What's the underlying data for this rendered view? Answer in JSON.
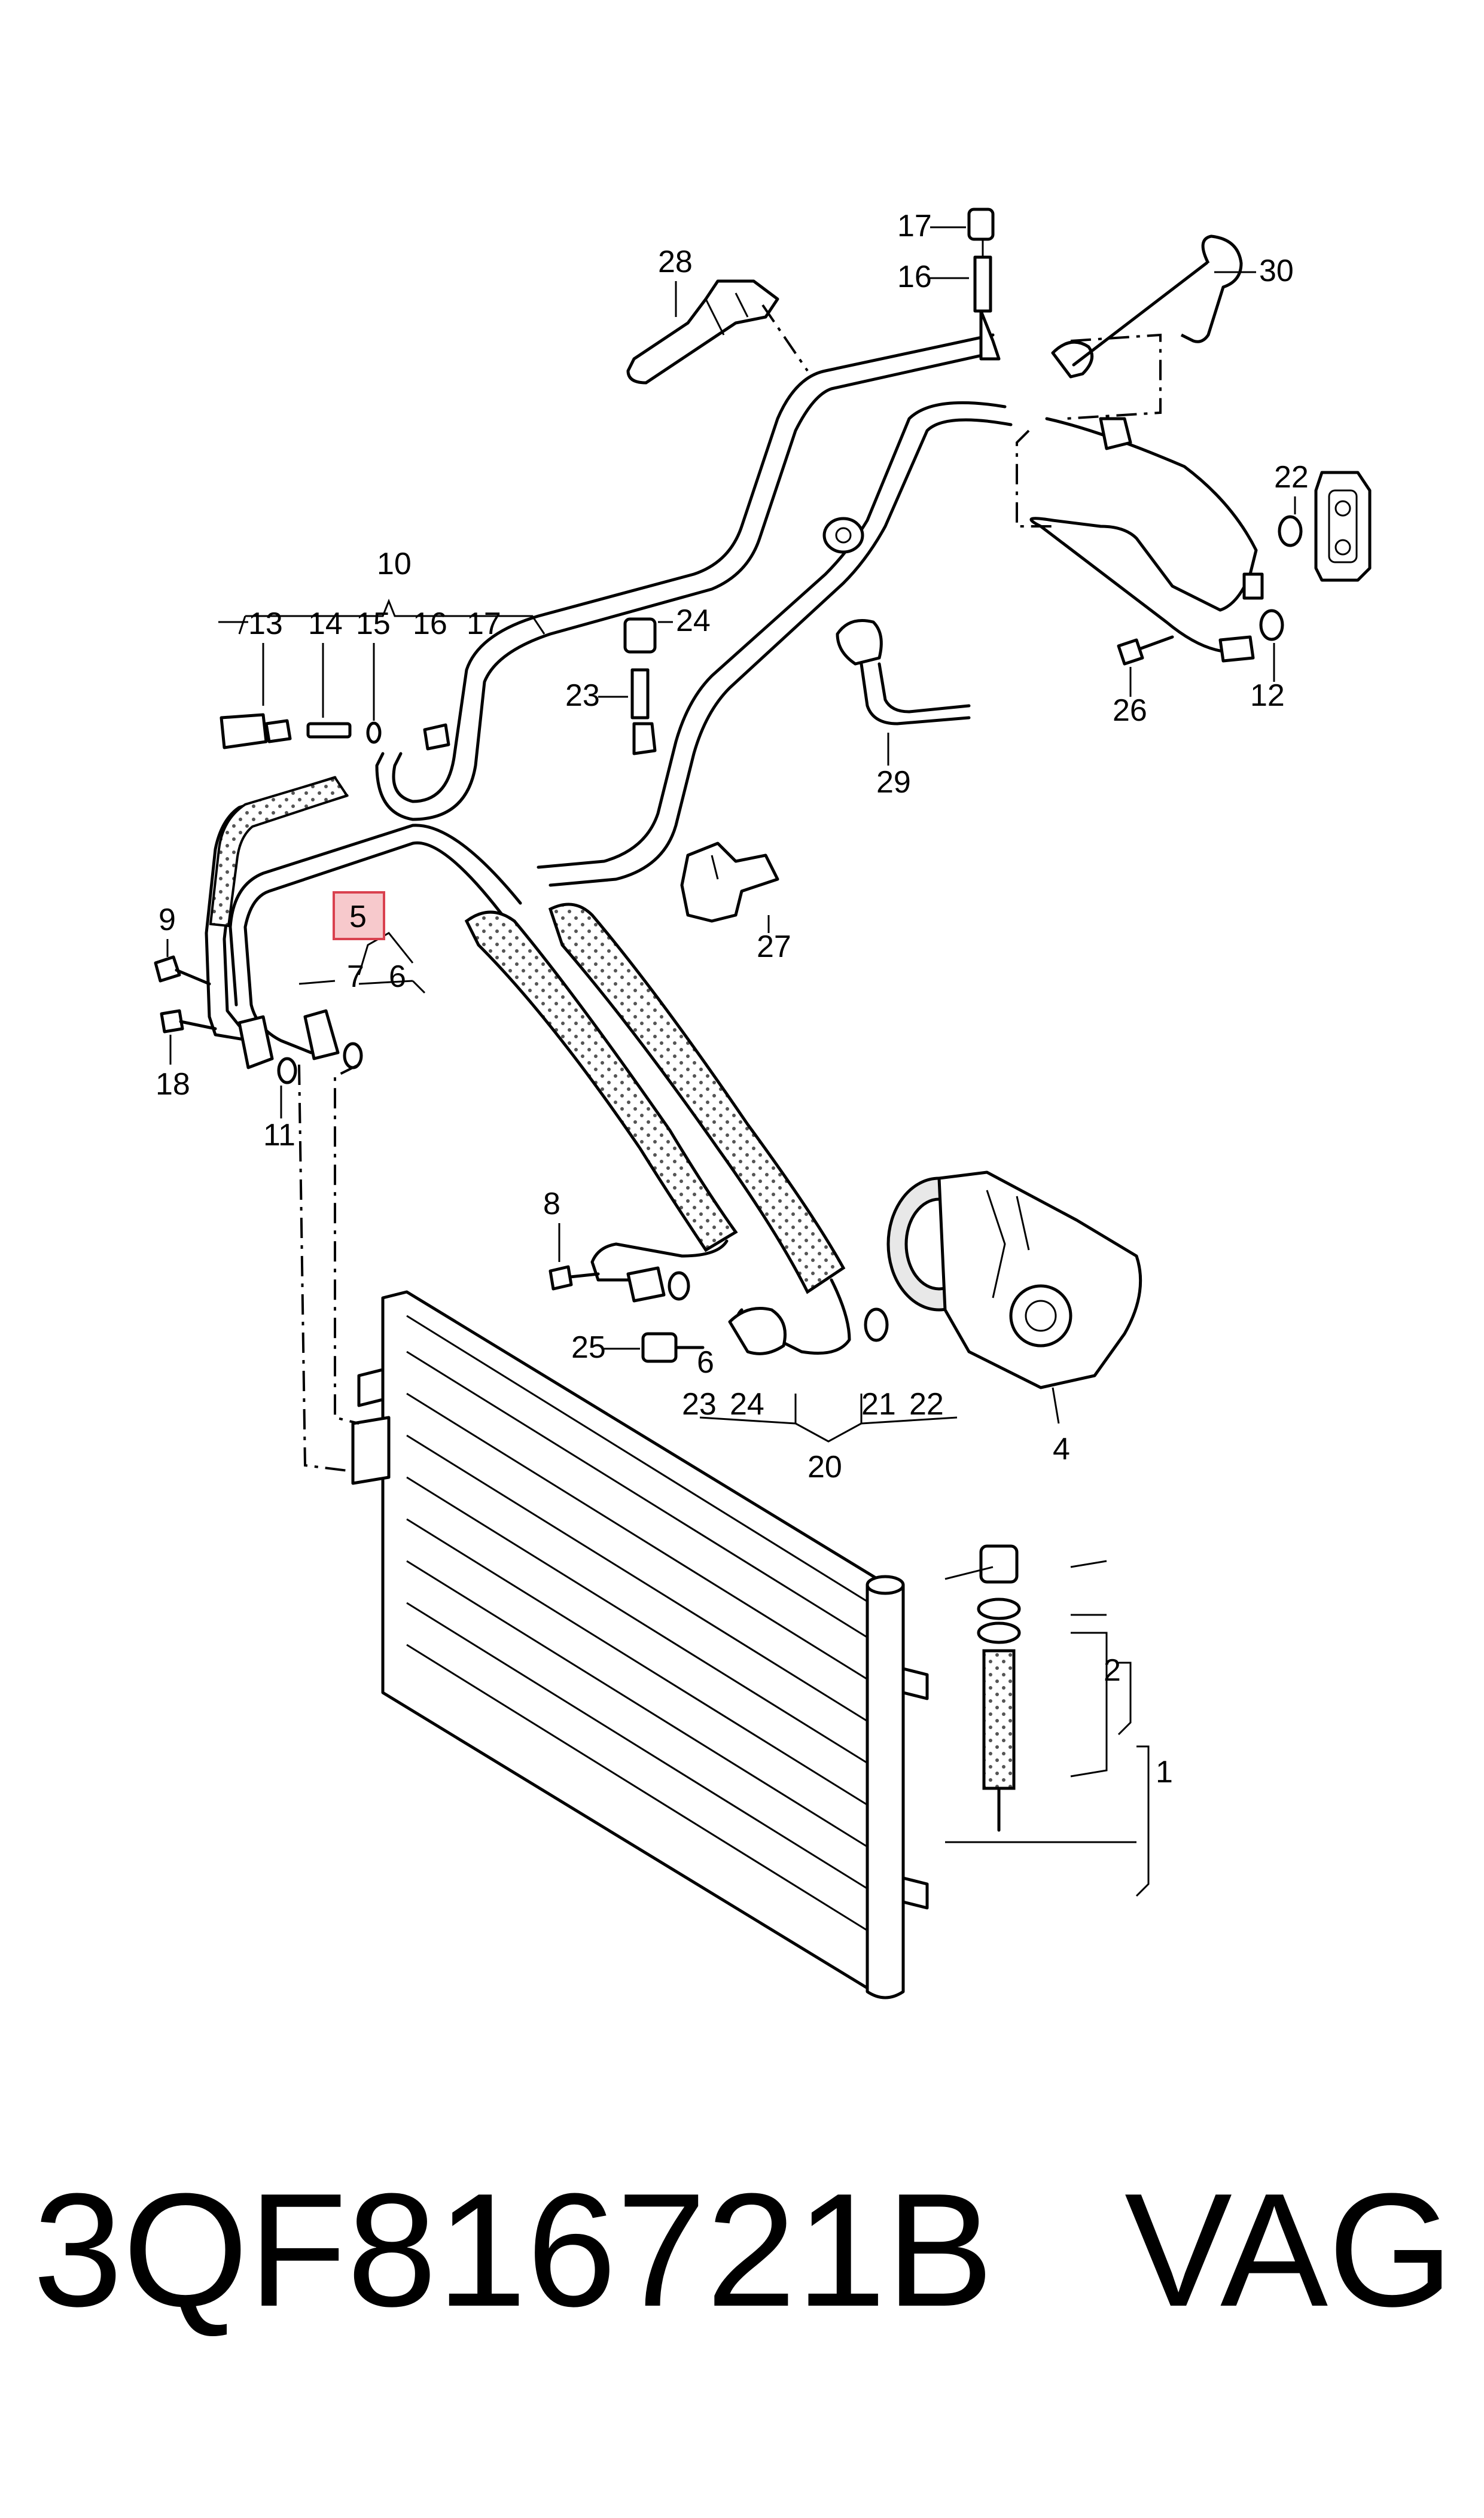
{
  "callouts": {
    "c1": "1",
    "c2": "2",
    "c4": "4",
    "c5": "5",
    "c6a": "6",
    "c6b": "6",
    "c7": "7",
    "c8": "8",
    "c9": "9",
    "c10": "10",
    "c11": "11",
    "c12": "12",
    "c13": "13",
    "c14": "14",
    "c15": "15",
    "c16a": "16",
    "c16b": "16",
    "c17a": "17",
    "c17b": "17",
    "c18": "18",
    "c20": "20",
    "c21": "21",
    "c22a": "22",
    "c22b": "22",
    "c23a": "23",
    "c23b": "23",
    "c24a": "24",
    "c24b": "24",
    "c25": "25",
    "c26": "26",
    "c27": "27",
    "c28": "28",
    "c29": "29",
    "c30": "30"
  },
  "highlight": {
    "callout": "5",
    "color": "#f7c9cc",
    "border": "#d9414f"
  },
  "caption": {
    "part_number": "3QF816721B",
    "brand": "VAG"
  },
  "colors": {
    "line": "#000000",
    "background": "#ffffff"
  }
}
